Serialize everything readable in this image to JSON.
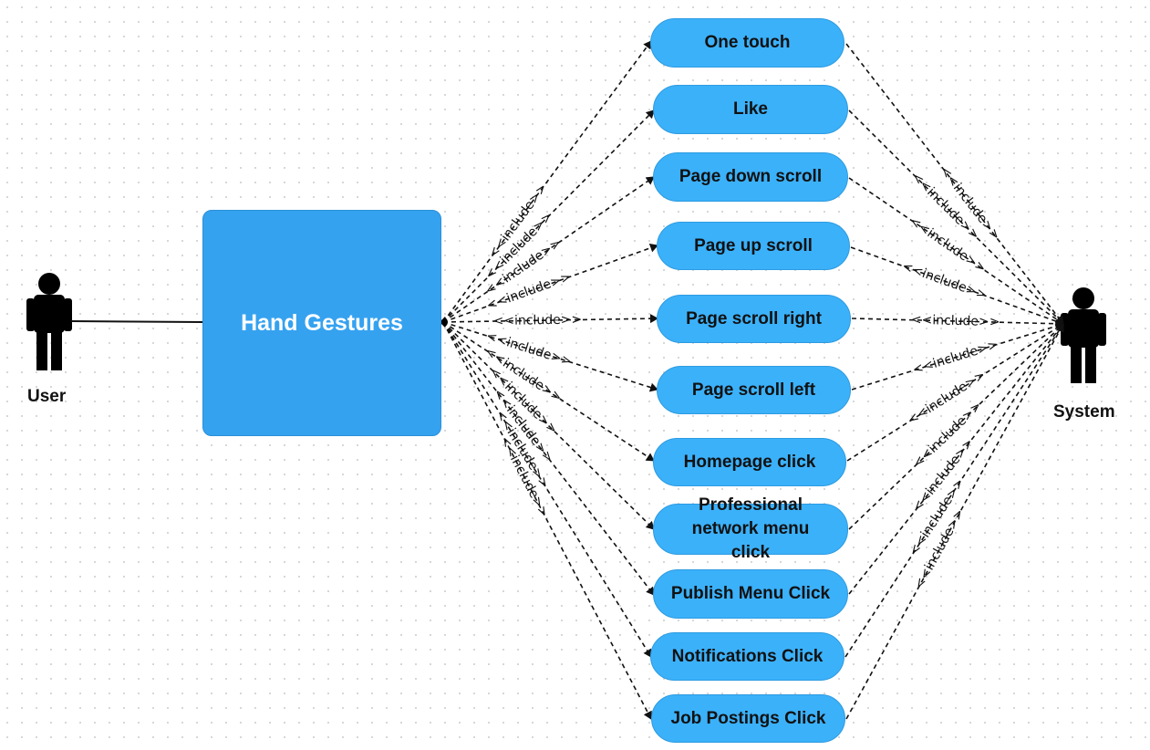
{
  "actors": {
    "user": "User",
    "system": "System"
  },
  "main_box": {
    "label": "Hand Gestures"
  },
  "include_label": "<<include>>",
  "use_cases": [
    {
      "id": "uc-one-touch",
      "label": "One touch"
    },
    {
      "id": "uc-like",
      "label": "Like"
    },
    {
      "id": "uc-page-down-scroll",
      "label": "Page down scroll"
    },
    {
      "id": "uc-page-up-scroll",
      "label": "Page up scroll"
    },
    {
      "id": "uc-page-scroll-right",
      "label": "Page scroll right"
    },
    {
      "id": "uc-page-scroll-left",
      "label": "Page scroll left"
    },
    {
      "id": "uc-homepage-click",
      "label": "Homepage click"
    },
    {
      "id": "uc-professional-network-menu-click",
      "label": "Professional network menu click"
    },
    {
      "id": "uc-publish-menu-click",
      "label": "Publish Menu Click"
    },
    {
      "id": "uc-notifications-click",
      "label": "Notifications Click"
    },
    {
      "id": "uc-job-postings-click",
      "label": "Job Postings Click"
    }
  ],
  "colors": {
    "main_box": "#35a2f0",
    "use_case": "#3bb1fa",
    "line": "#111111"
  }
}
